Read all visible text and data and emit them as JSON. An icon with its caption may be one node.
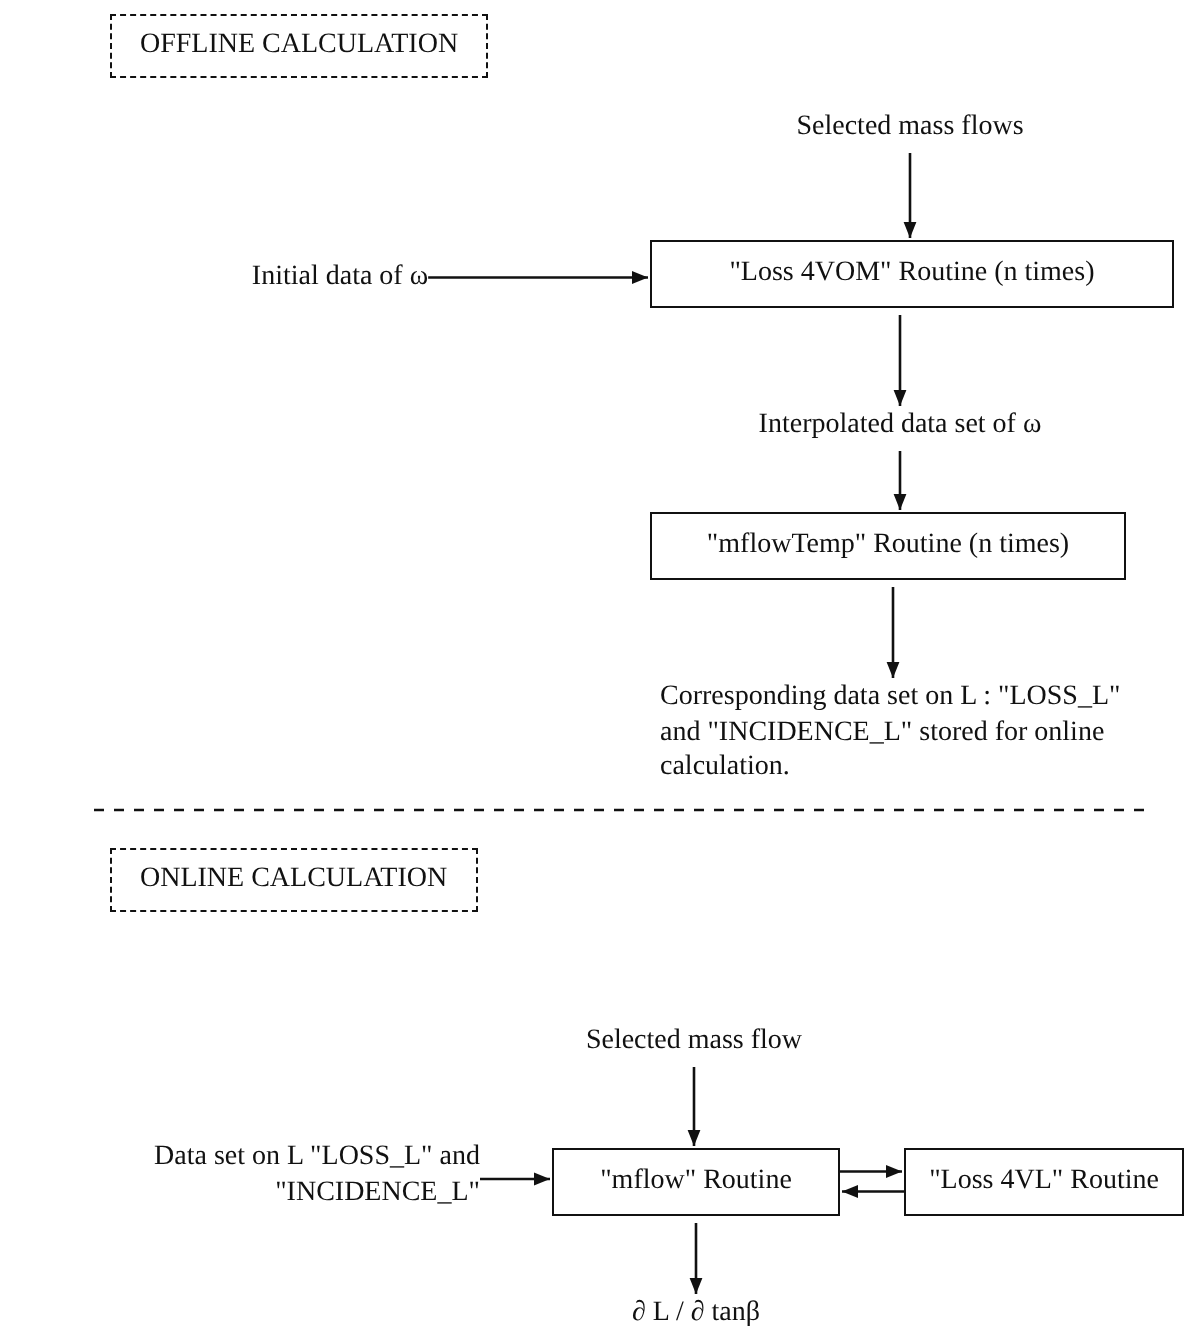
{
  "diagram": {
    "nodes": [
      {
        "text": [
          "OFFLINE CALCULATION"
        ]
      },
      {
        "text": [
          "Selected mass flows"
        ]
      },
      {
        "text": [
          "Initial data of ω"
        ]
      },
      {
        "text": [
          "\"Loss 4VOM\" Routine (n times)"
        ]
      },
      {
        "text": [
          "Interpolated data set of ω"
        ]
      },
      {
        "text": [
          "\"mflowTemp\" Routine (n times)"
        ]
      },
      {
        "text": [
          "Corresponding data set on L : \"LOSS_L\" and \"INCIDENCE_L\" stored for online calculation."
        ]
      },
      {
        "text": [
          "ONLINE CALCULATION"
        ]
      },
      {
        "text": [
          "Selected mass flow"
        ]
      },
      {
        "text": [
          "Data set on L \"LOSS_L\" and \"INCIDENCE_L\""
        ]
      },
      {
        "text": [
          "\"mflow\" Routine"
        ]
      },
      {
        "text": [
          "\"Loss 4VL\" Routine"
        ]
      },
      {
        "text": [
          "∂ L / ∂ tanβ"
        ]
      }
    ],
    "edges": [
      {
        "from": 1,
        "to": 3,
        "arrow": "to"
      },
      {
        "from": 2,
        "to": 3,
        "arrow": "to"
      },
      {
        "from": 3,
        "to": 4,
        "arrow": "to"
      },
      {
        "from": 4,
        "to": 5,
        "arrow": "to"
      },
      {
        "from": 5,
        "to": 6,
        "arrow": "to"
      },
      {
        "from": 8,
        "to": 10,
        "arrow": "to"
      },
      {
        "from": 9,
        "to": 10,
        "arrow": "to"
      },
      {
        "from": 10,
        "to": 11,
        "arrow": "to"
      },
      {
        "from": 11,
        "to": 10,
        "arrow": "to"
      },
      {
        "from": 10,
        "to": 12,
        "arrow": "to"
      }
    ]
  }
}
